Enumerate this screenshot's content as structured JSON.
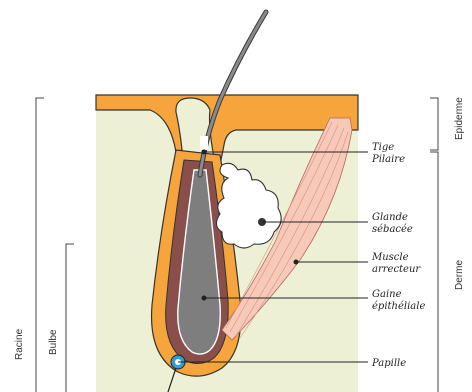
{
  "labels": {
    "tige_line1": "Tige",
    "tige_line2": "Pilaire",
    "glande_line1": "Glande",
    "glande_line2": "sébacée",
    "muscle_line1": "Muscle",
    "muscle_line2": "arrecteur",
    "gaine_line1": "Gaine",
    "gaine_line2": "épithéliale",
    "papille": "Papille"
  },
  "regions": {
    "epiderme": "Epiderme",
    "derme": "Derme",
    "racine": "Racine",
    "bulbe": "Bulbe"
  },
  "colors": {
    "dermis": "#eef0d6",
    "epidermis": "#f5a53c",
    "hair_shaft": "#7e7e7e",
    "sheath": "#8a4f4a",
    "muscle": "#f6c9b8",
    "gland": "#ffffff",
    "papilla": "#2f9fd8"
  }
}
